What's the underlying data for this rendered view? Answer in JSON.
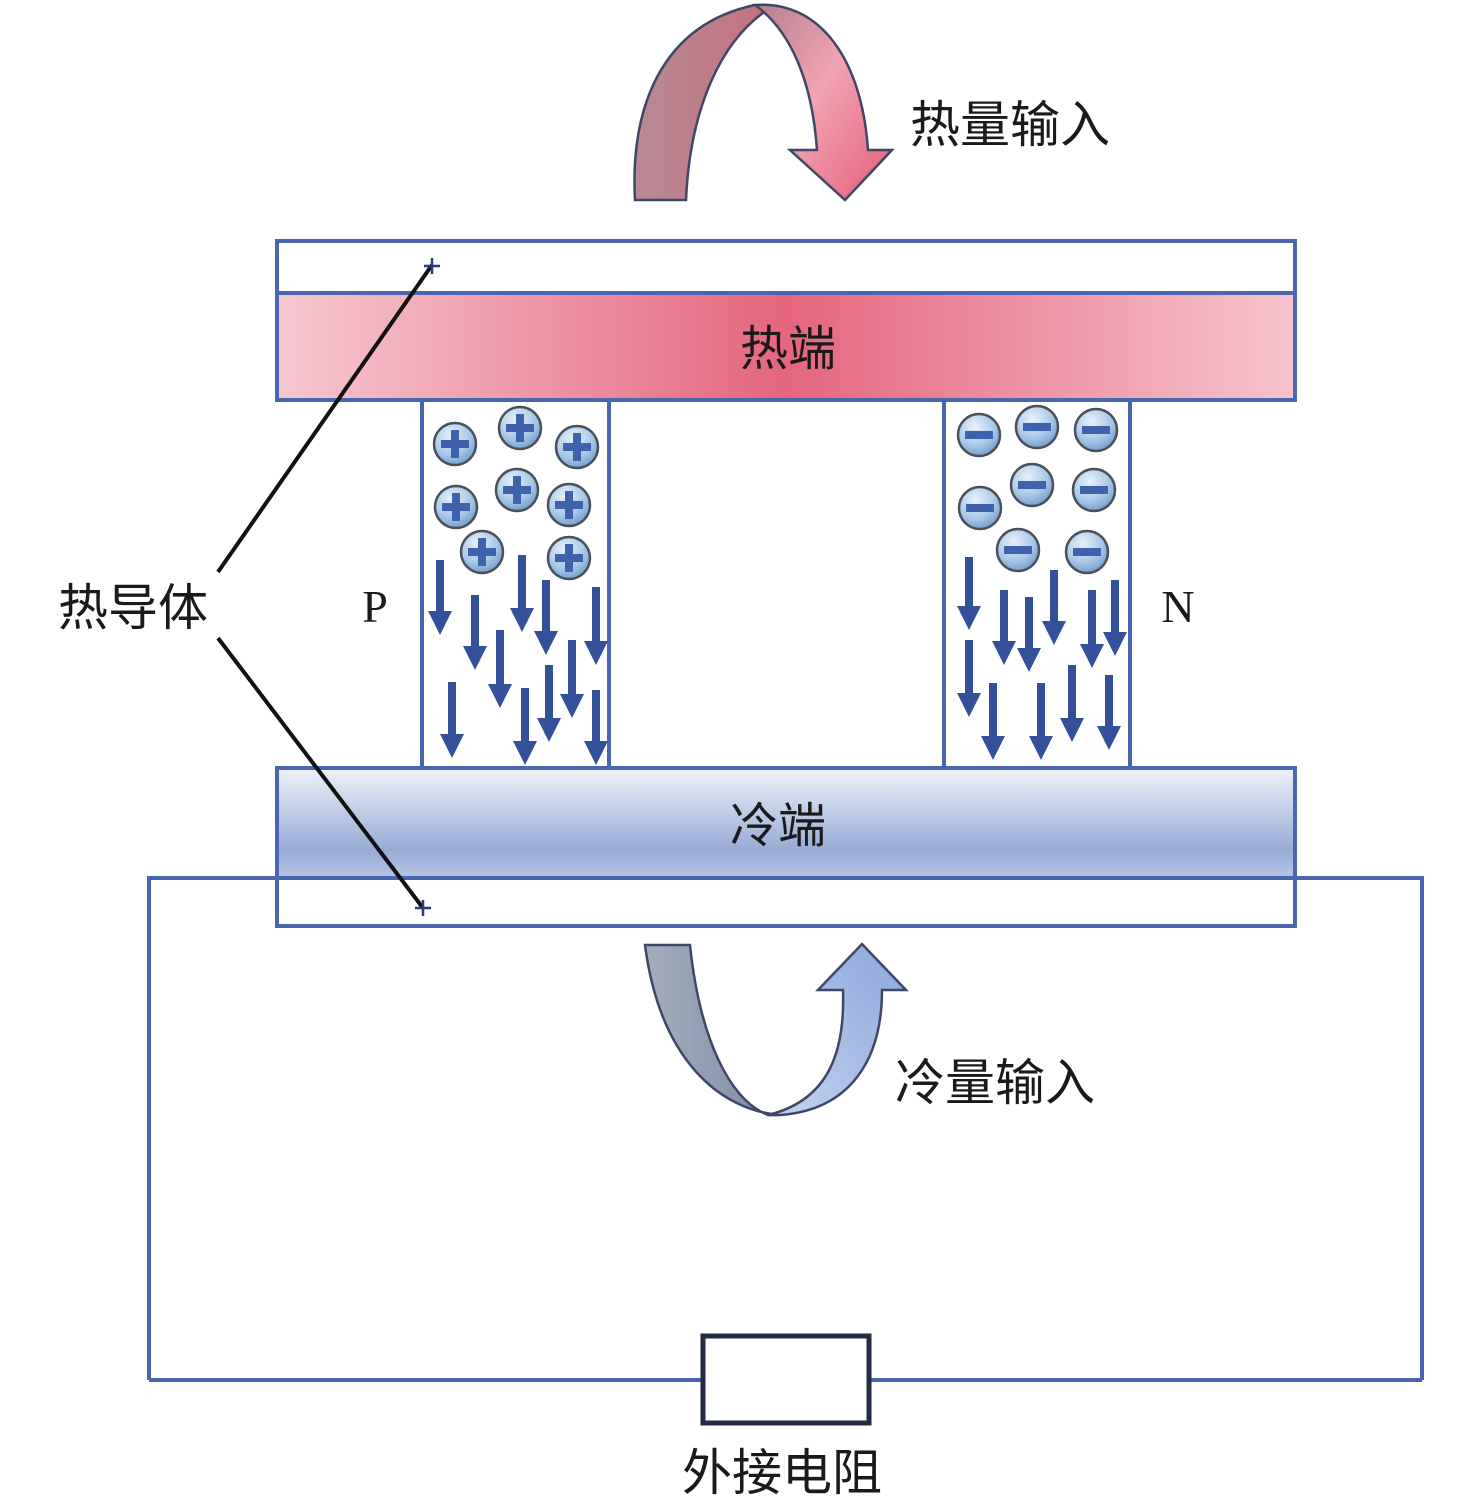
{
  "title": "Thermoelectric generator (Seebeck effect) schematic",
  "labels": {
    "heat_input": "热量输入",
    "hot_side": "热端",
    "cold_side": "冷端",
    "cold_input": "冷量输入",
    "thermal_conductor": "热导体",
    "p_type": "P",
    "n_type": "N",
    "external_resistor": "外接电阻"
  },
  "p_leg": {
    "carrier": "hole",
    "carrier_symbol": "+",
    "carrier_count": 8,
    "flow_direction": "down",
    "flow_arrow_count": 14
  },
  "n_leg": {
    "carrier": "electron",
    "carrier_symbol": "−",
    "carrier_count": 8,
    "flow_direction": "down",
    "flow_arrow_count": 15
  },
  "colors": {
    "outline_blue": "#4a66b0",
    "hot_center": "#e5667e",
    "hot_edge": "#f5c4ce",
    "cold_top": "#e8eef8",
    "cold_bottom": "#93a8d3",
    "flow_arrow": "#34509a",
    "carrier_fill": "#9ec1e4",
    "heat_arrow_dark": "#b4788a",
    "heat_arrow_light": "#ea6a84",
    "cold_arrow_dark": "#9aa6ba",
    "cold_arrow_light": "#93b0e0",
    "resistor_border": "#222a44"
  }
}
